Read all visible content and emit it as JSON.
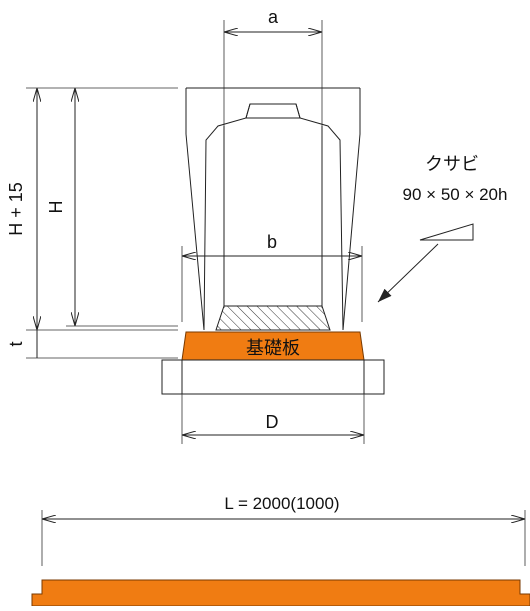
{
  "labels": {
    "a": "a",
    "b": "b",
    "D": "D",
    "H": "H",
    "H15": "H + 15",
    "t": "t",
    "wedge_name": "クサビ",
    "wedge_size": "90 × 50 × 20h",
    "base_plate": "基礎板",
    "length": "L = 2000(1000)"
  },
  "colors": {
    "base_plate": "#f07c12",
    "base_plate_edge": "#7a3a00",
    "line": "#222222",
    "hatch": "#333333"
  }
}
